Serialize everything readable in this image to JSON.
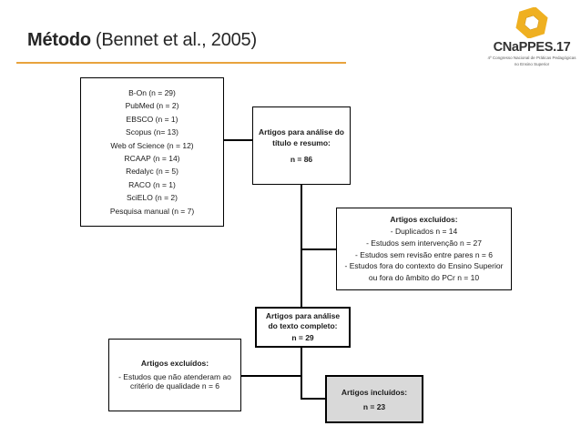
{
  "slide": {
    "title": {
      "emphasis": "Método",
      "reference": "(Bennet et al., 2005)"
    },
    "logo": {
      "name": "CNaPPES.17",
      "subtitle_line1": "4º Congresso Nacional de Práticas Pedagógicas",
      "subtitle_line2": "no Ensino Superior"
    },
    "colors": {
      "accent_gold": "#E8A33D",
      "logo_gold": "#EFB021",
      "included_box_fill": "#D9D9D9",
      "box_border": "#000000",
      "text": "#1A1A1A"
    }
  },
  "flowchart": {
    "sources_box": {
      "lines": [
        "B-On (n = 29)",
        "PubMed (n = 2)",
        "EBSCO (n = 1)",
        "Scopus (n= 13)",
        "Web of Science (n = 12)",
        "RCAAP (n = 14)",
        "Redalyc (n = 5)",
        "RACO (n = 1)",
        "SciELO (n = 2)",
        "Pesquisa manual (n = 7)"
      ]
    },
    "title_abstract_box": {
      "label": "Artigos para análise do título e resumo:",
      "count": "n = 86"
    },
    "excluded_title_box": {
      "header": "Artigos excluídos:",
      "items": [
        "- Duplicados n = 14",
        "- Estudos sem intervenção n = 27",
        "- Estudos sem revisão entre pares n = 6",
        "- Estudos fora do contexto do Ensino Superior ou fora do âmbito do PCr n = 10"
      ]
    },
    "full_text_box": {
      "label": "Artigos para análise do texto completo:",
      "count": "n = 29"
    },
    "excluded_quality_box": {
      "header": "Artigos excluídos:",
      "items": [
        "- Estudos que não atenderam ao critério de qualidade n = 6"
      ]
    },
    "included_box": {
      "header": "Artigos incluídos:",
      "count": "n = 23"
    }
  }
}
